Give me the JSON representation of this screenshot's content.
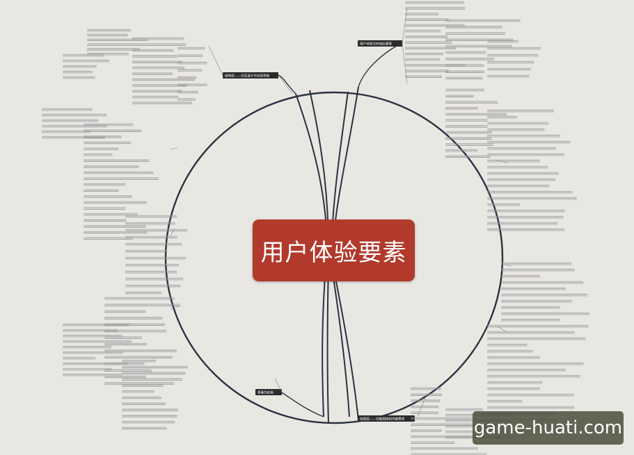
{
  "center_topic": "用户体验要素",
  "watermark": "game-huati.com",
  "branches": [
    {
      "id": "b1",
      "label": "用户体验为何如此重要"
    },
    {
      "id": "b2",
      "label": "结构层——交互设计与信息构架"
    },
    {
      "id": "b3",
      "label": "范围层——功能规格和内容需求"
    },
    {
      "id": "b4",
      "label": "要素的应用"
    }
  ],
  "colors": {
    "center": "#b13a2c",
    "branch": "#2b2b2b",
    "line": "#2a3140",
    "background": "#e9e7e2"
  }
}
